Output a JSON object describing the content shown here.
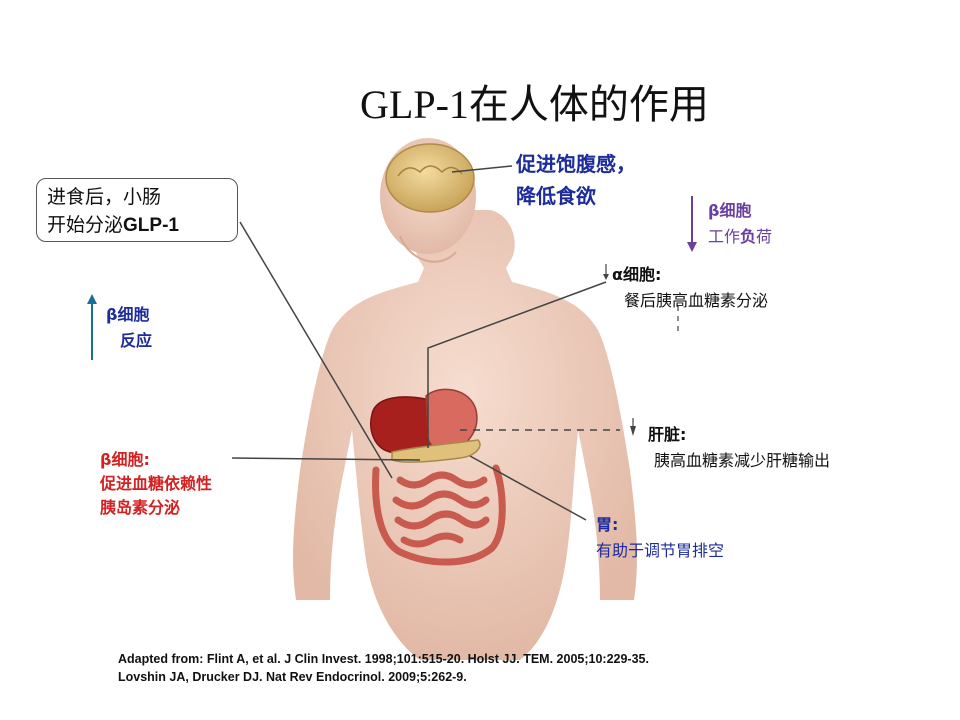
{
  "title": "GLP-1在人体的作用",
  "brain_effect": {
    "line1": "促进饱腹感，",
    "line2": "降低食欲"
  },
  "intestine_callout": {
    "line1": "进食后，小肠",
    "line2_cn": "开始分泌",
    "line2_en": "GLP-1"
  },
  "beta_cell_response": {
    "line1": "β细胞",
    "line2": "反应"
  },
  "beta_cell_workload": {
    "line1": "β细胞",
    "line2_a": "工作",
    "line2_b": "负",
    "line2_c": "荷"
  },
  "alpha_cell": {
    "line1": "α细胞:",
    "line2": "餐后胰高血糖素分泌"
  },
  "liver": {
    "line1": "肝脏:",
    "line2": "胰高血糖素减少肝糖输出"
  },
  "beta_cell_insulin": {
    "line1": "β细胞:",
    "line2": "促进血糖依赖性",
    "line3": "胰岛素分泌"
  },
  "stomach": {
    "line1": "胃:",
    "line2": "有助于调节胃排空"
  },
  "citation": {
    "line1": "Adapted from: Flint A, et al.  J Clin Invest. 1998;101:515-20. Holst JJ. TEM. 2005;10:229-35.",
    "line2": "Lovshin JA, Drucker DJ. Nat Rev Endocrinol. 2009;5:262-9."
  },
  "colors": {
    "blue": "#1d2c9b",
    "red": "#d42020",
    "purple": "#6a3fa0",
    "arrow_teal": "#1a6f9a"
  }
}
